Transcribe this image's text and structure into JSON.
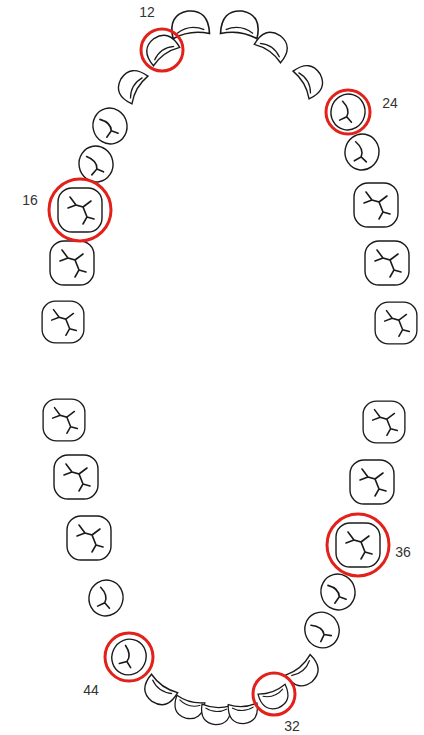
{
  "diagram": {
    "labels": [
      "12",
      "24",
      "16",
      "44",
      "36",
      "32"
    ]
  }
}
